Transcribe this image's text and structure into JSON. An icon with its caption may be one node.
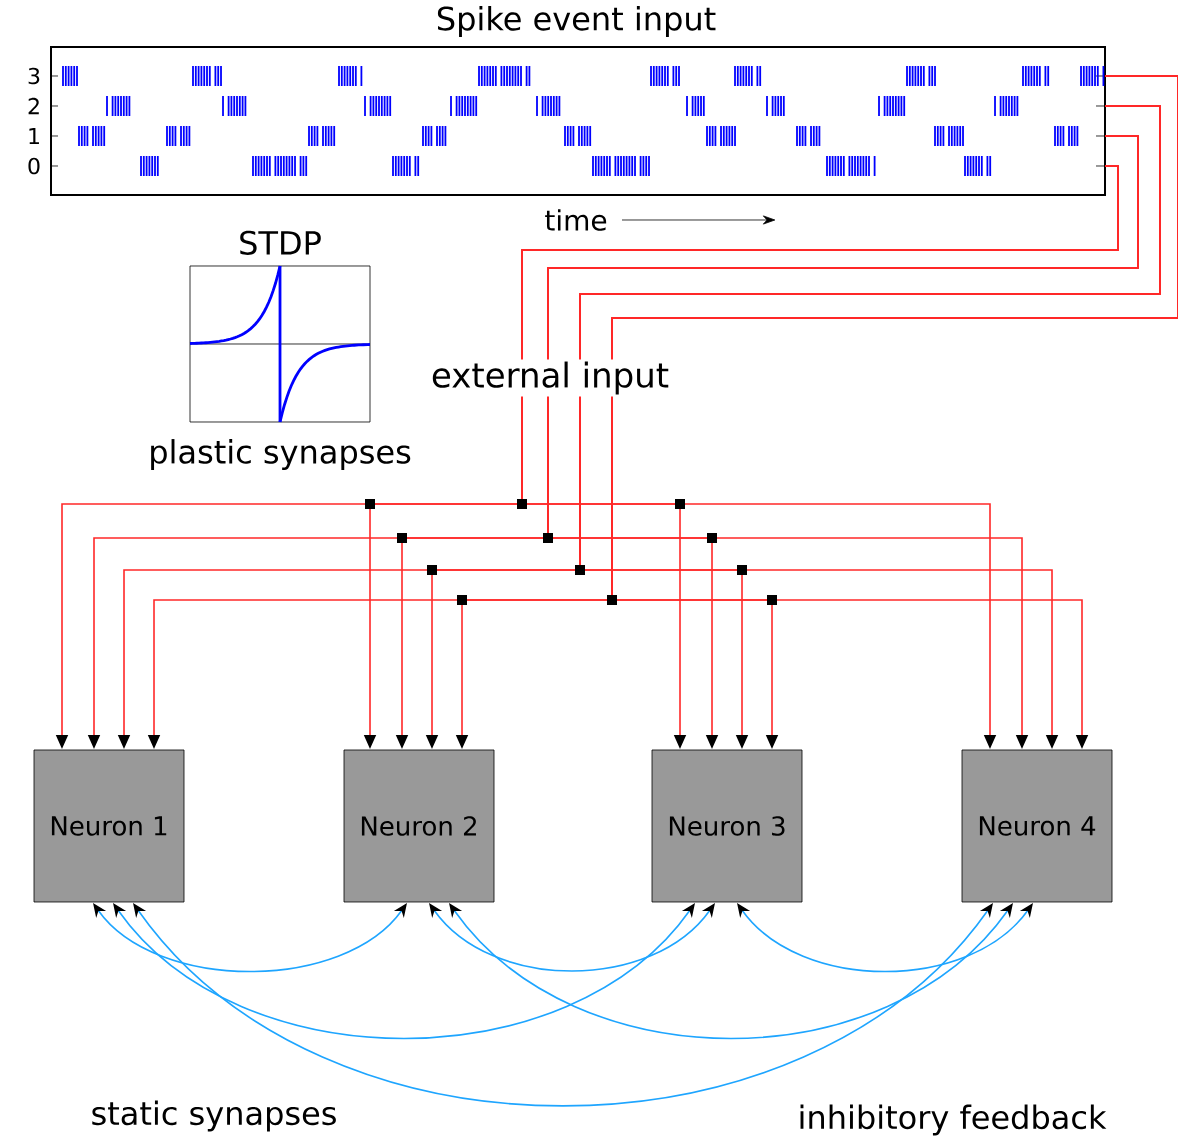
{
  "diagram": {
    "nodes": [
      {
        "text": [
          "Spike event input"
        ]
      },
      {
        "text": [
          "STDP",
          "plastic synapses"
        ]
      },
      {
        "text": [
          "Neuron 1"
        ]
      },
      {
        "text": [
          "Neuron 2"
        ]
      },
      {
        "text": [
          "Neuron 3"
        ]
      },
      {
        "text": [
          "Neuron 4"
        ]
      }
    ],
    "edges": [
      {
        "from": 0,
        "to": 2,
        "arrow": "to"
      },
      {
        "from": 0,
        "to": 3,
        "arrow": "to"
      },
      {
        "from": 0,
        "to": 4,
        "arrow": "to"
      },
      {
        "from": 0,
        "to": 5,
        "arrow": "to"
      },
      {
        "from": 0,
        "to": 2,
        "arrow": "to"
      },
      {
        "from": 0,
        "to": 3,
        "arrow": "to"
      },
      {
        "from": 0,
        "to": 4,
        "arrow": "to"
      },
      {
        "from": 0,
        "to": 5,
        "arrow": "to"
      },
      {
        "from": 0,
        "to": 2,
        "arrow": "to"
      },
      {
        "from": 0,
        "to": 3,
        "arrow": "to"
      },
      {
        "from": 0,
        "to": 4,
        "arrow": "to"
      },
      {
        "from": 0,
        "to": 5,
        "arrow": "to"
      },
      {
        "from": 0,
        "to": 2,
        "arrow": "to"
      },
      {
        "from": 0,
        "to": 3,
        "arrow": "to"
      },
      {
        "from": 0,
        "to": 4,
        "arrow": "to"
      },
      {
        "from": 0,
        "to": 5,
        "arrow": "to"
      },
      {
        "from": 2,
        "to": 3,
        "arrow": "both",
        "color": "#1ea5ff"
      },
      {
        "from": 2,
        "to": 4,
        "arrow": "both",
        "color": "#1ea5ff"
      },
      {
        "from": 2,
        "to": 5,
        "arrow": "both",
        "color": "#1ea5ff"
      },
      {
        "from": 3,
        "to": 4,
        "arrow": "both",
        "color": "#1ea5ff"
      },
      {
        "from": 3,
        "to": 5,
        "arrow": "both",
        "color": "#1ea5ff"
      },
      {
        "from": 4,
        "to": 5,
        "arrow": "both",
        "color": "#1ea5ff"
      }
    ],
    "labels": [
      "3",
      "2",
      "1",
      "0",
      "time",
      "external input",
      "static synapses",
      "inhibitory feedback"
    ]
  }
}
